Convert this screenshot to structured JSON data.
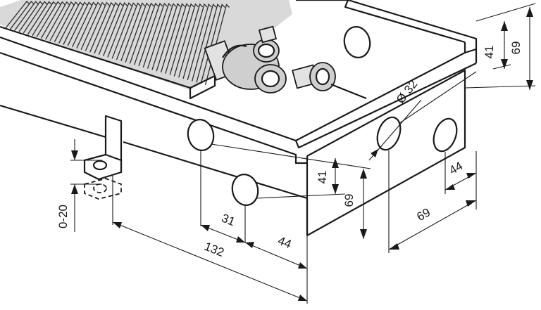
{
  "dimensions": {
    "hole_diameter": "Ø 32",
    "side_hole_height": "41",
    "side_total_height": "69",
    "front_hole_height": "41",
    "front_total_height": "69",
    "hole_spacing_31": "31",
    "hole_spacing_44_front": "44",
    "bracket_offset": "132",
    "end_hole_44": "44",
    "end_width_69": "69",
    "leveling_range": "0-20"
  }
}
